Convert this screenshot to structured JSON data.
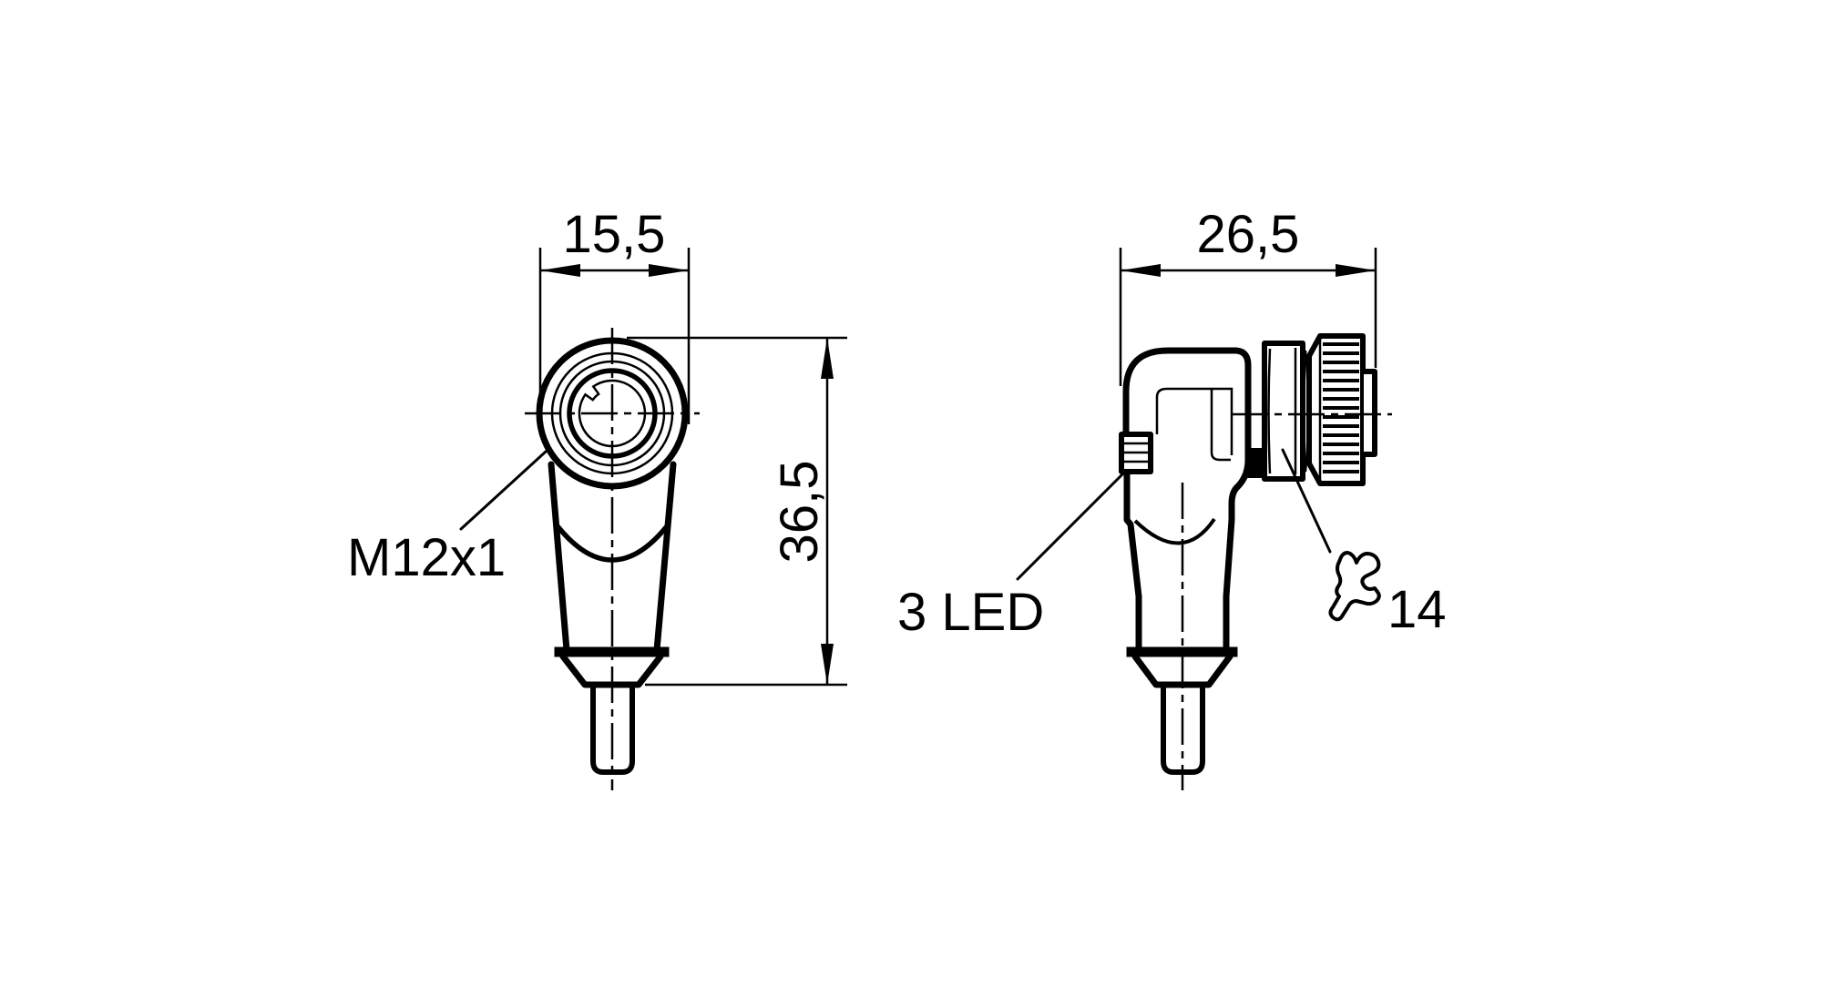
{
  "colors": {
    "background": "#ffffff",
    "line": "#000000"
  },
  "front_view": {
    "width_dim": "15,5",
    "height_dim": "36,5",
    "thread_label": "M12x1"
  },
  "side_view": {
    "width_dim": "26,5",
    "led_label": "3 LED",
    "wrench_size": "14",
    "wrench_icon": "wrench-icon"
  }
}
